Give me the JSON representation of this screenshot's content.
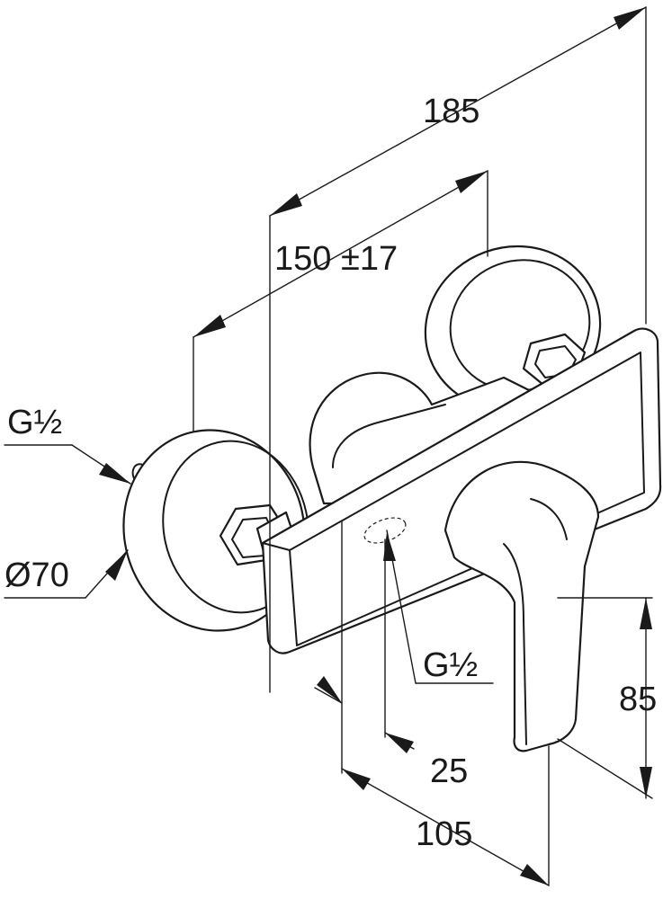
{
  "dimensions": {
    "overall_width": "185",
    "center_distance": "150 ±17",
    "thread_left": "G½",
    "flange_diameter": "Ø70",
    "thread_bottom": "G½",
    "handle_height": "85",
    "outlet_offset": "25",
    "depth": "105"
  }
}
